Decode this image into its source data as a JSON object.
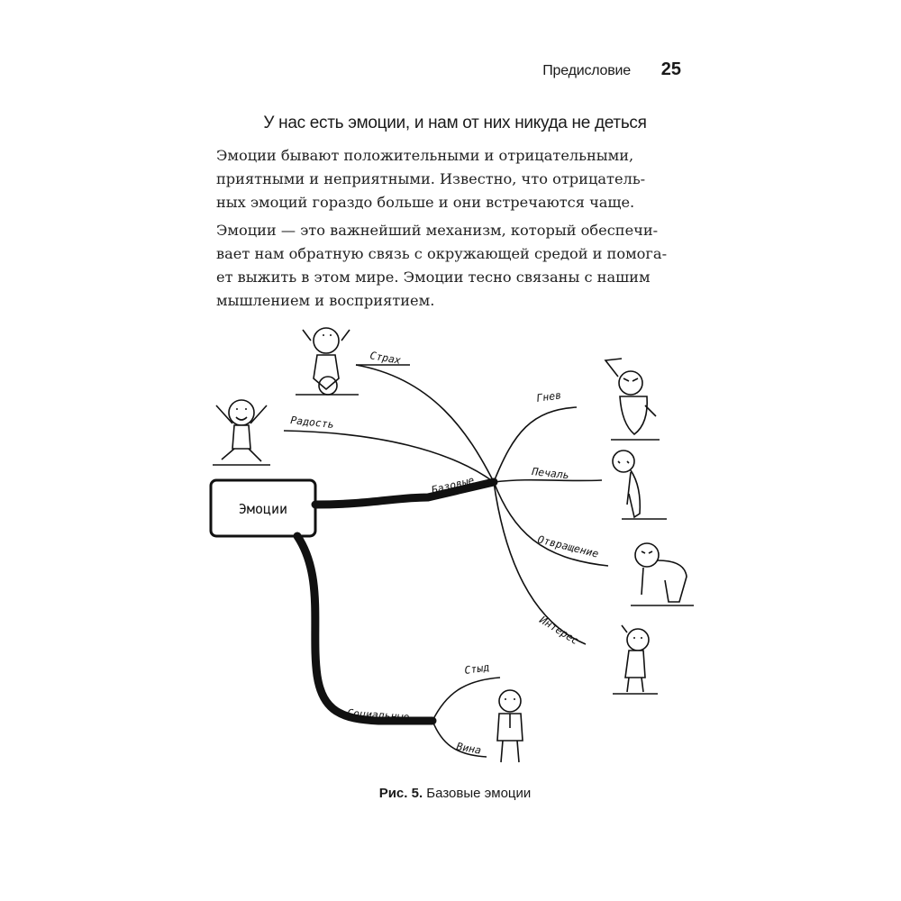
{
  "header": {
    "running_head": "Предисловие",
    "page_number": "25"
  },
  "section_heading": "У нас есть эмоции, и нам от них никуда не деться",
  "paragraphs": [
    {
      "lines": [
        "Эмоции бывают положительными и отрицательными,",
        "приятными и неприятными. Известно, что отрицатель-",
        "ных эмоций гораздо больше и они встречаются чаще."
      ]
    },
    {
      "lines": [
        "Эмоции — это важнейший механизм, который обеспечи-",
        "вает нам обратную связь с окружающей средой и помога-",
        "ет выжить в этом мире. Эмоции тесно связаны с нашим",
        "мышлением и восприятием."
      ]
    }
  ],
  "mindmap": {
    "root": "Эмоции",
    "branches": [
      {
        "label": "Базовые",
        "children": [
          "Страх",
          "Радость",
          "Гнев",
          "Печаль",
          "Отвращение",
          "Интерес"
        ]
      },
      {
        "label": "Социальные",
        "children": [
          "Стыд",
          "Вина"
        ]
      }
    ]
  },
  "caption": {
    "label": "Рис. 5.",
    "text": "Базовые эмоции"
  }
}
